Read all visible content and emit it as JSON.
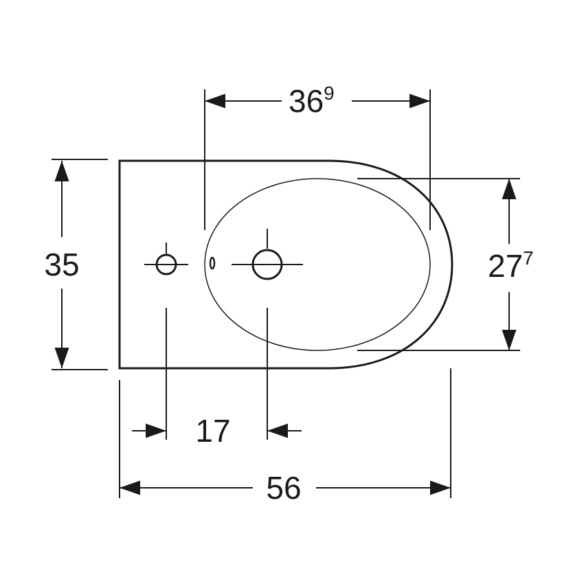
{
  "dimensions": {
    "height_total": {
      "main": "35",
      "sup": ""
    },
    "bowl_length": {
      "main": "36",
      "sup": "9"
    },
    "bowl_width": {
      "main": "27",
      "sup": "7"
    },
    "hole_spacing": {
      "main": "17",
      "sup": ""
    },
    "length_total": {
      "main": "56",
      "sup": ""
    }
  },
  "colors": {
    "line": "#1a1a1a",
    "background": "#ffffff"
  }
}
